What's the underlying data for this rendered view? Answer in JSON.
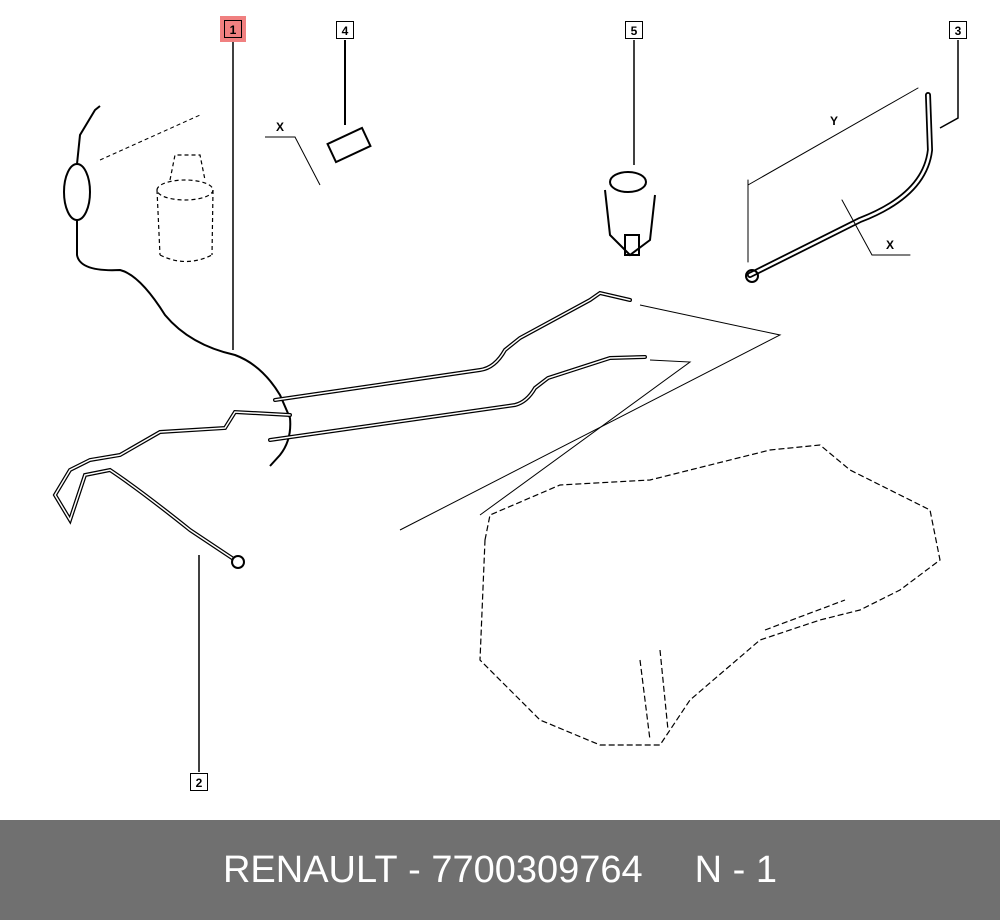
{
  "callouts": [
    "1",
    "2",
    "3",
    "4",
    "5"
  ],
  "dimension_labels": {
    "x1": "X",
    "x2": "X",
    "y": "Y"
  },
  "footer": {
    "brand": "RENAULT",
    "separator": " - ",
    "part_number": "7700309764",
    "position": "N - 1"
  },
  "colors": {
    "highlight": "#f08080",
    "footer_bg": "#707070"
  }
}
